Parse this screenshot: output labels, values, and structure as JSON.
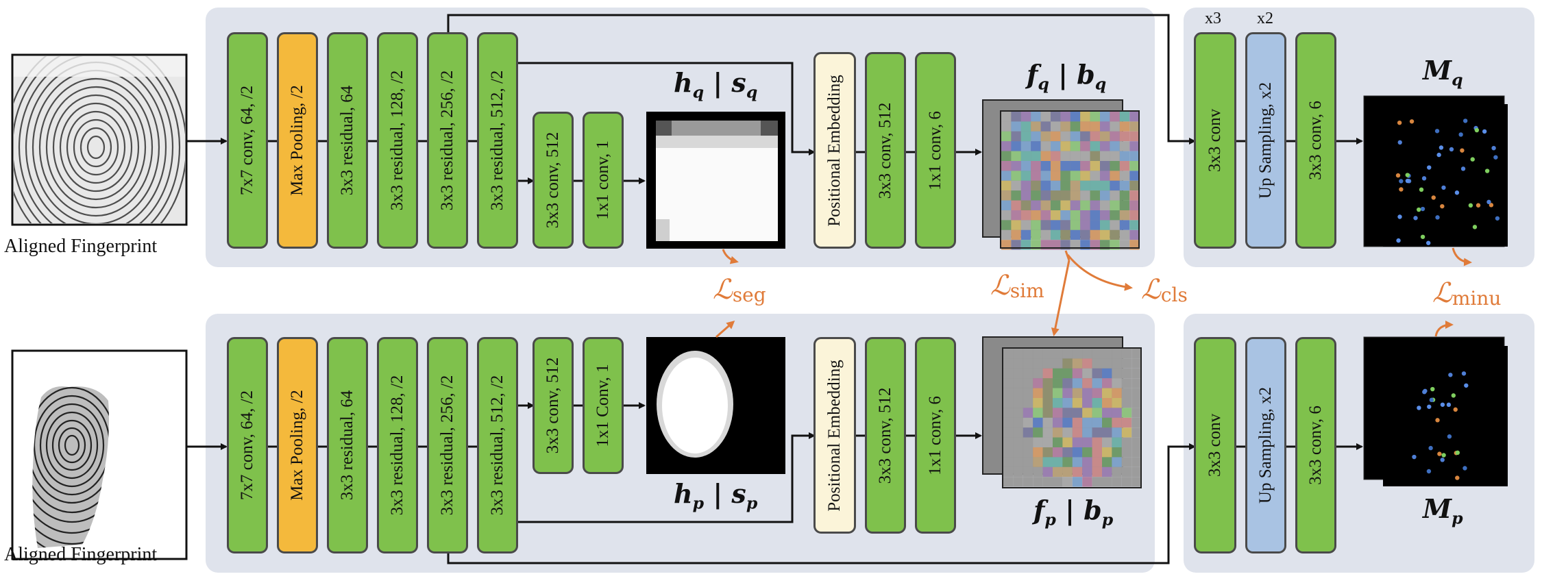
{
  "inputs": {
    "query_caption": "Aligned Fingerprint",
    "probe_caption": "Aligned Fingerprint"
  },
  "encoder_blocks": [
    {
      "label": "7x7 conv, 64, /2",
      "kind": "conv"
    },
    {
      "label": "Max Pooling, /2",
      "kind": "pool"
    },
    {
      "label": "3x3 residual, 64",
      "kind": "conv"
    },
    {
      "label": "3x3 residual, 128, /2",
      "kind": "conv"
    },
    {
      "label": "3x3 residual, 256, /2",
      "kind": "conv"
    },
    {
      "label": "3x3 residual, 512, /2",
      "kind": "conv"
    }
  ],
  "seg_head_top": [
    {
      "label": "3x3 conv, 512"
    },
    {
      "label": "1x1 conv, 1"
    }
  ],
  "seg_head_bottom": [
    {
      "label": "3x3 conv, 512"
    },
    {
      "label": "1x1 Conv, 1"
    }
  ],
  "feature_head": [
    {
      "label": "Positional Embedding",
      "kind": "embed"
    },
    {
      "label": "3x3 conv, 512",
      "kind": "conv"
    },
    {
      "label": "1x1 conv, 6",
      "kind": "conv"
    }
  ],
  "minutia_head": [
    {
      "label": "3x3 conv",
      "kind": "conv"
    },
    {
      "label": "Up Sampling, x2",
      "kind": "upsample"
    },
    {
      "label": "3x3 conv, 6",
      "kind": "conv"
    }
  ],
  "repeat_marks": {
    "conv": "x3",
    "upsample": "x2"
  },
  "maps": {
    "h_q": "h",
    "h_q_sub": "q",
    "s_q": "s",
    "s_q_sub": "q",
    "h_p": "h",
    "h_p_sub": "p",
    "s_p": "s",
    "s_p_sub": "p",
    "f_q": "f",
    "f_q_sub": "q",
    "b_q": "b",
    "b_q_sub": "q",
    "f_p": "f",
    "f_p_sub": "p",
    "b_p": "b",
    "b_p_sub": "p",
    "M_q": "M",
    "M_q_sub": "q",
    "M_p": "M",
    "M_p_sub": "p",
    "separator": "|"
  },
  "losses": {
    "symbol": "ℒ",
    "seg": "seg",
    "sim": "sim",
    "cls": "cls",
    "minu": "minu"
  },
  "colors": {
    "panel": "#dfe3ec",
    "conv": "#7fc14c",
    "pool": "#f4b93c",
    "upsample": "#a9c3e3",
    "embed": "#fbf4d9",
    "loss": "#e07b39"
  }
}
